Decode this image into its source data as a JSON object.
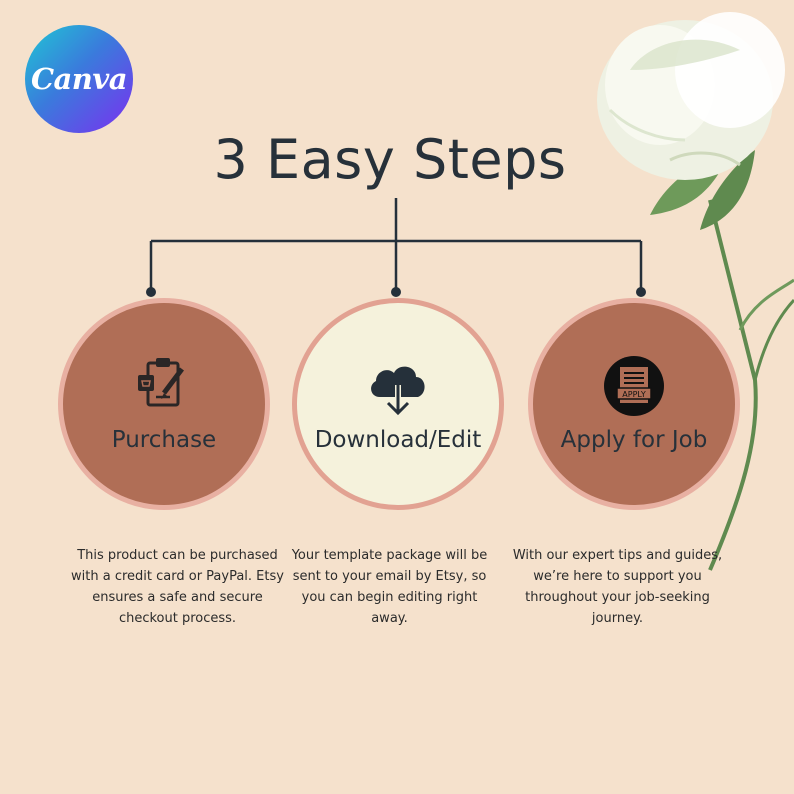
{
  "logo": {
    "text": "Canva"
  },
  "title": "3 Easy Steps",
  "steps": [
    {
      "label": "Purchase",
      "icon": "clipboard-pencil-icon",
      "description": "This product can be purchased with a credit card or PayPal. Etsy ensures a safe and secure checkout process."
    },
    {
      "label": "Download/Edit",
      "icon": "cloud-download-icon",
      "description": "Your template package will be sent to your email by Etsy, so you can begin editing right away."
    },
    {
      "label": "Apply for Job",
      "icon": "apply-document-icon",
      "icon_text": "APPLY",
      "description": "With our expert tips and guides, we’re here to support you throughout your job-seeking journey."
    }
  ],
  "colors": {
    "background": "#f5e1cc",
    "circle_dark": "#b06e56",
    "circle_light": "#f5f2dc",
    "text": "#27313a"
  }
}
